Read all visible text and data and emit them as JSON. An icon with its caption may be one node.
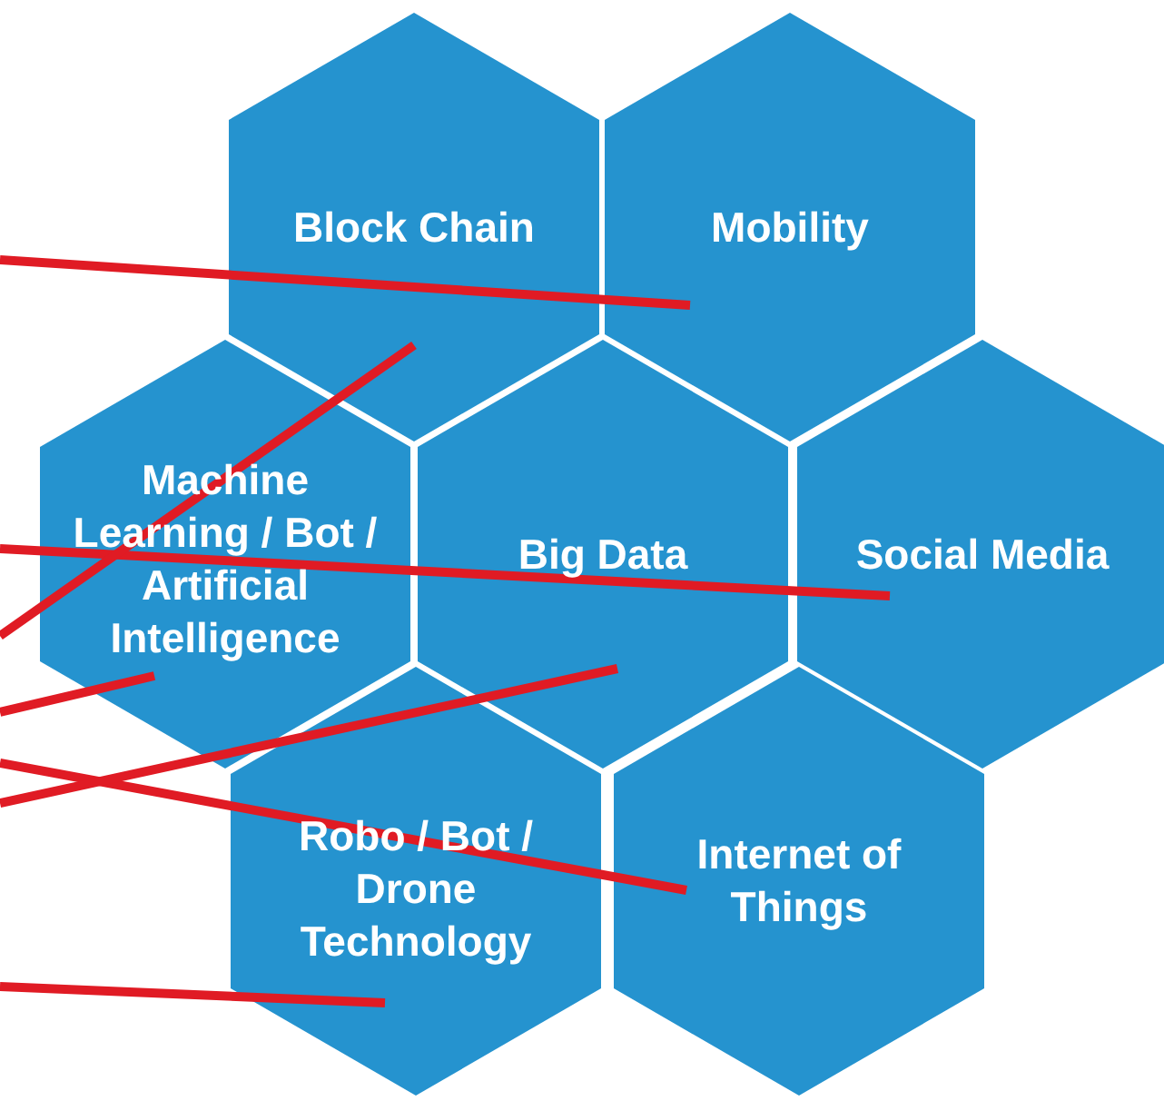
{
  "diagram": {
    "nodes": [
      {
        "text": [
          "Block Chain"
        ]
      },
      {
        "text": [
          "Mobility"
        ]
      },
      {
        "text": [
          "Machine Learning / Bot / Artificial Intelligence"
        ]
      },
      {
        "text": [
          "Big Data"
        ]
      },
      {
        "text": [
          "Social Media"
        ]
      },
      {
        "text": [
          "Robo / Bot / Drone Technology"
        ]
      },
      {
        "text": [
          "Internet of Things"
        ]
      }
    ],
    "edges": [
      {
        "from": null,
        "to": 1,
        "arrow": "none"
      },
      {
        "from": null,
        "to": 4,
        "arrow": "none"
      },
      {
        "from": null,
        "to": 0,
        "arrow": "none"
      },
      {
        "from": null,
        "to": 2,
        "arrow": "none"
      },
      {
        "from": null,
        "to": 6,
        "arrow": "none"
      },
      {
        "from": null,
        "to": 3,
        "arrow": "none"
      },
      {
        "from": null,
        "to": 5,
        "arrow": "none"
      }
    ]
  }
}
